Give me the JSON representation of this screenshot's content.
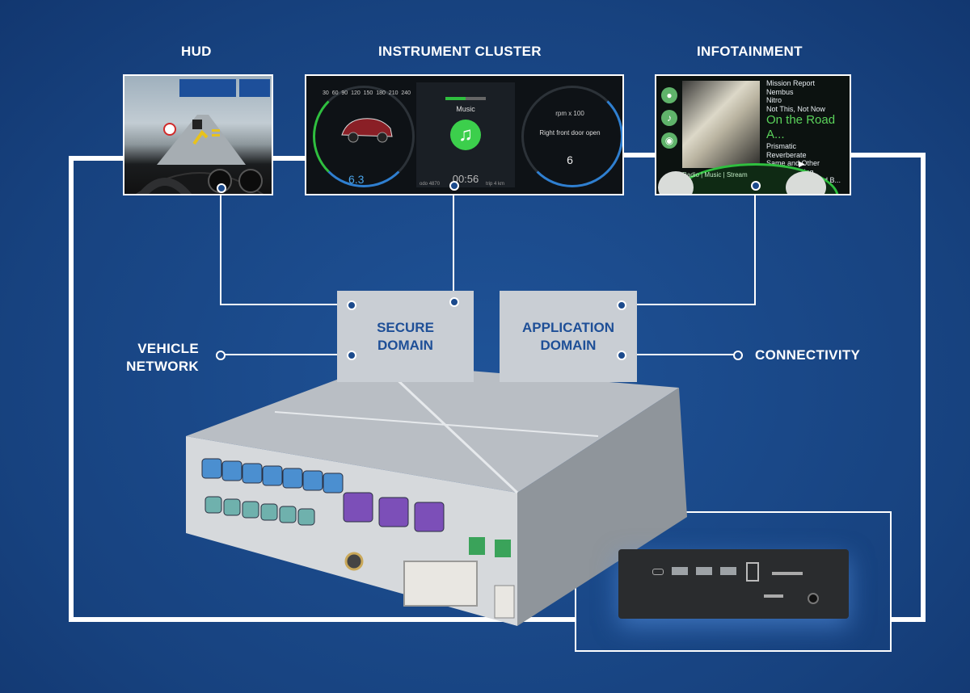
{
  "labels": {
    "hud": "HUD",
    "cluster": "INSTRUMENT CLUSTER",
    "infotainment": "INFOTAINMENT",
    "vehicle_network": [
      "VEHICLE",
      "NETWORK"
    ],
    "connectivity": "CONNECTIVITY"
  },
  "domains": {
    "secure": [
      "SECURE",
      "DOMAIN"
    ],
    "application": [
      "APPLICATION",
      "DOMAIN"
    ]
  },
  "cluster_screen": {
    "center_label": "Music",
    "left_speed_ticks": [
      "30",
      "60",
      "90",
      "120",
      "150",
      "180",
      "210",
      "240"
    ],
    "left_small": "6.3",
    "rpm_label": "rpm x 100",
    "message": "Right front door open",
    "gear": "6",
    "time": "00:56",
    "odo_label": "odo",
    "odo_value": "4870",
    "trip_label": "trip",
    "trip_value": "4",
    "trip_unit": "km"
  },
  "infotainment_screen": {
    "tracks": [
      "Mission Report",
      "Nembus",
      "Nitro",
      "Not This, Not Now"
    ],
    "current": "On the Road A...",
    "tracks_after": [
      "Prismatic",
      "Reverberate",
      "Same and Other",
      "Sweet Nothing",
      "This is G... Second B..."
    ],
    "arc_menu": "Radio | Music | Stream",
    "icon_names": [
      "person-icon",
      "music-note-icon",
      "disc-icon"
    ]
  },
  "colors": {
    "background": "#1b4a8c",
    "domain_box": "#c9ced4",
    "domain_text": "#1e4f97",
    "connector_blue": "#4b8fd0",
    "connector_purple": "#7c4fb8",
    "connector_teal": "#6fb1ad",
    "accent_green": "#3fcf4f"
  }
}
